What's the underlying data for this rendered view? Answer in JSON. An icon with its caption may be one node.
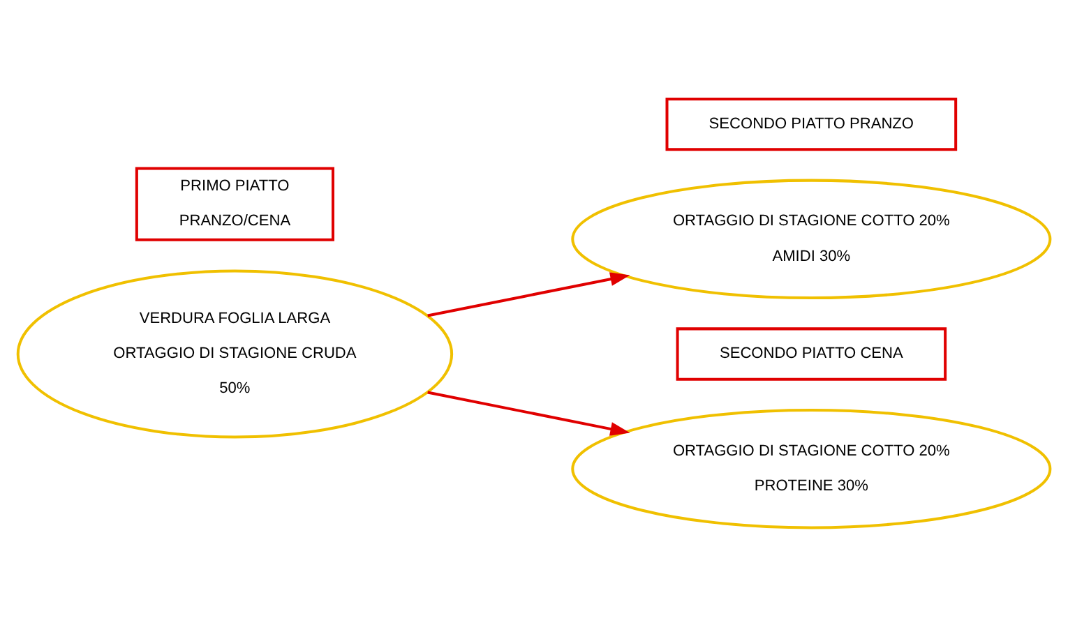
{
  "diagram": {
    "nodes": [
      {
        "text": [
          "PRIMO PIATTO",
          "PRANZO/CENA"
        ]
      },
      {
        "text": [
          "VERDURA FOGLIA LARGA",
          "ORTAGGIO DI STAGIONE CRUDA",
          "50%"
        ]
      },
      {
        "text": [
          "SECONDO PIATTO PRANZO"
        ]
      },
      {
        "text": [
          "ORTAGGIO DI STAGIONE COTTO 20%",
          "AMIDI 30%"
        ]
      },
      {
        "text": [
          "SECONDO PIATTO CENA"
        ]
      },
      {
        "text": [
          "ORTAGGIO DI STAGIONE COTTO 20%",
          "PROTEINE 30%"
        ]
      }
    ],
    "edges": [
      {
        "from": 1,
        "to": 3,
        "arrow": "to"
      },
      {
        "from": 1,
        "to": 5,
        "arrow": "to"
      }
    ]
  }
}
